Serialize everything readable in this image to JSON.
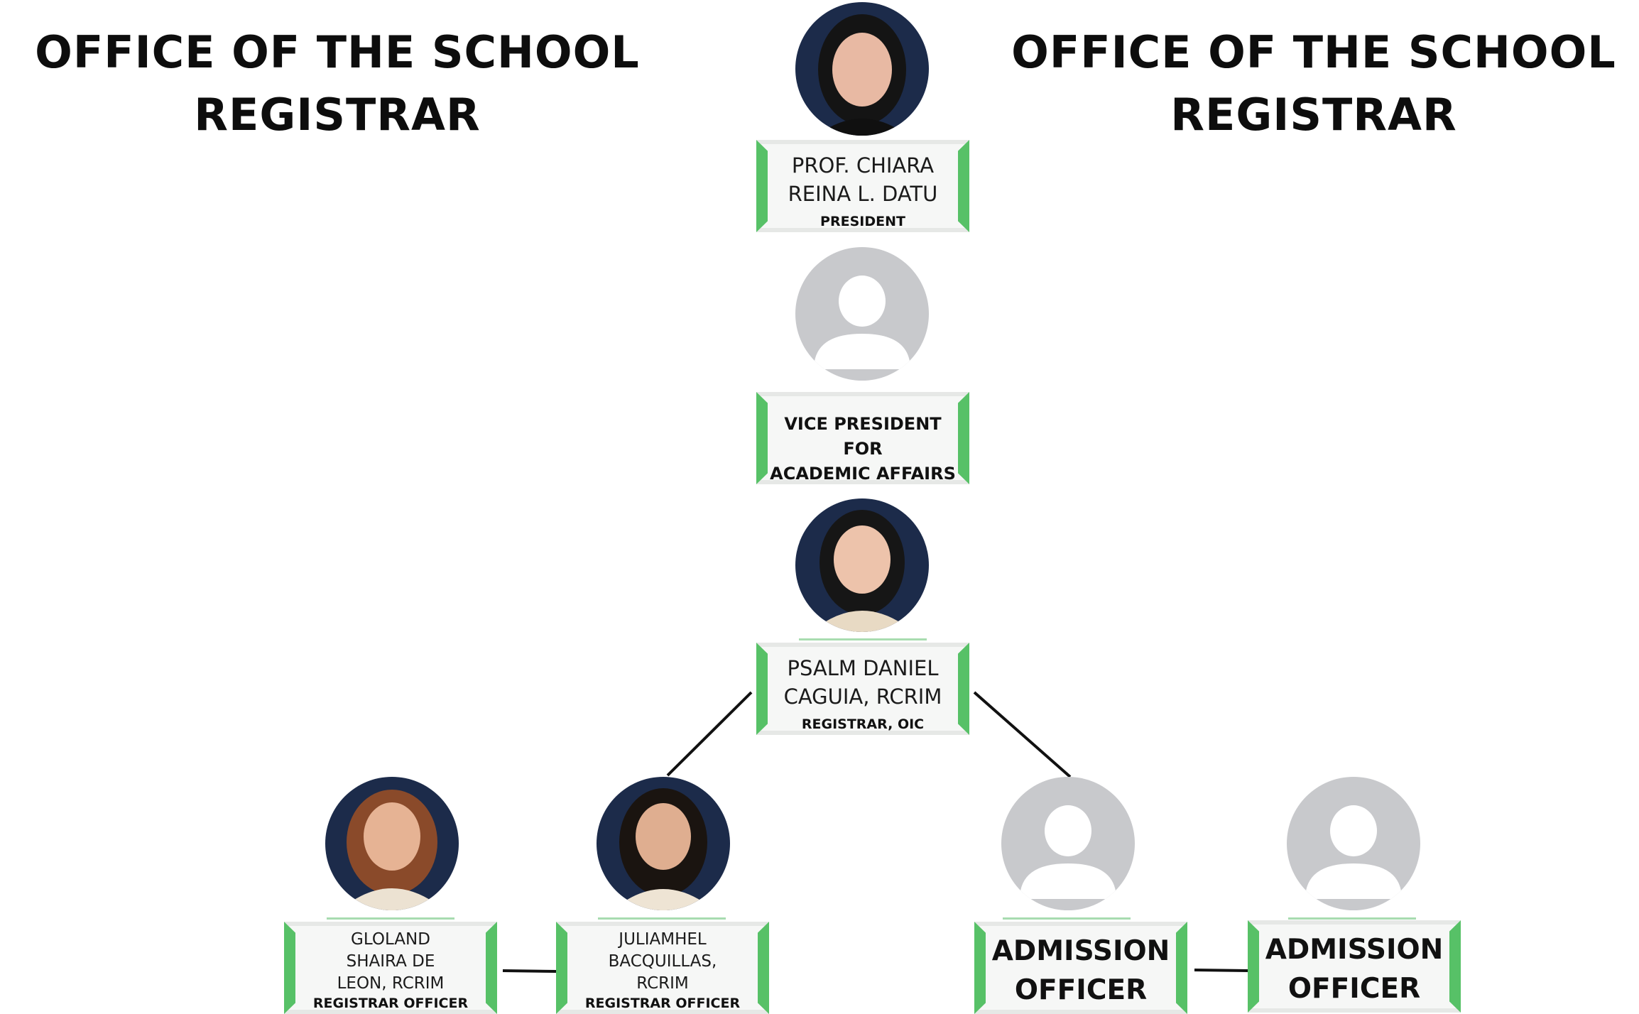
{
  "header": {
    "left_title": [
      "OFFICE OF THE SCHOOL",
      "REGISTRAR"
    ],
    "right_title": [
      "OFFICE OF THE SCHOOL",
      "REGISTRAR"
    ]
  },
  "org_chart": {
    "president": {
      "name": "PROF. CHIARA REINA L. DATU",
      "name_lines": [
        "PROF. CHIARA",
        "REINA L. DATU"
      ],
      "role": "PRESIDENT",
      "photo": "portrait-photo"
    },
    "vice_president": {
      "title_lines": [
        "VICE PRESIDENT FOR",
        "ACADEMIC AFFAIRS"
      ],
      "photo": "placeholder-avatar"
    },
    "registrar": {
      "name": "PSALM DANIEL CAGUIA, RCRIM",
      "name_lines": [
        "PSALM DANIEL",
        "CAGUIA, RCRIM"
      ],
      "role": "REGISTRAR, OIC",
      "photo": "portrait-photo"
    },
    "registrar_officers": [
      {
        "name": "GLOLAND SHAIRA DE LEON, RCRIM",
        "name_lines": [
          "GLOLAND",
          "SHAIRA DE",
          "LEON, RCRIM"
        ],
        "role": "REGISTRAR OFFICER",
        "photo": "portrait-photo"
      },
      {
        "name": "JULIAMHEL BACQUILLAS, RCRIM",
        "name_lines": [
          "JULIAMHEL",
          "BACQUILLAS,",
          "RCRIM"
        ],
        "role": "REGISTRAR OFFICER",
        "photo": "portrait-photo"
      }
    ],
    "admission_officers": [
      {
        "title_lines": [
          "ADMISSION",
          "OFFICER"
        ],
        "photo": "placeholder-avatar"
      },
      {
        "title_lines": [
          "ADMISSION",
          "OFFICER"
        ],
        "photo": "placeholder-avatar"
      }
    ]
  },
  "colors": {
    "card_accent": "#57c167",
    "card_background": "#f6f7f6",
    "placeholder_avatar": "#c8c9cc",
    "connector": "#111111",
    "portrait_background": "#1c2b4a"
  }
}
